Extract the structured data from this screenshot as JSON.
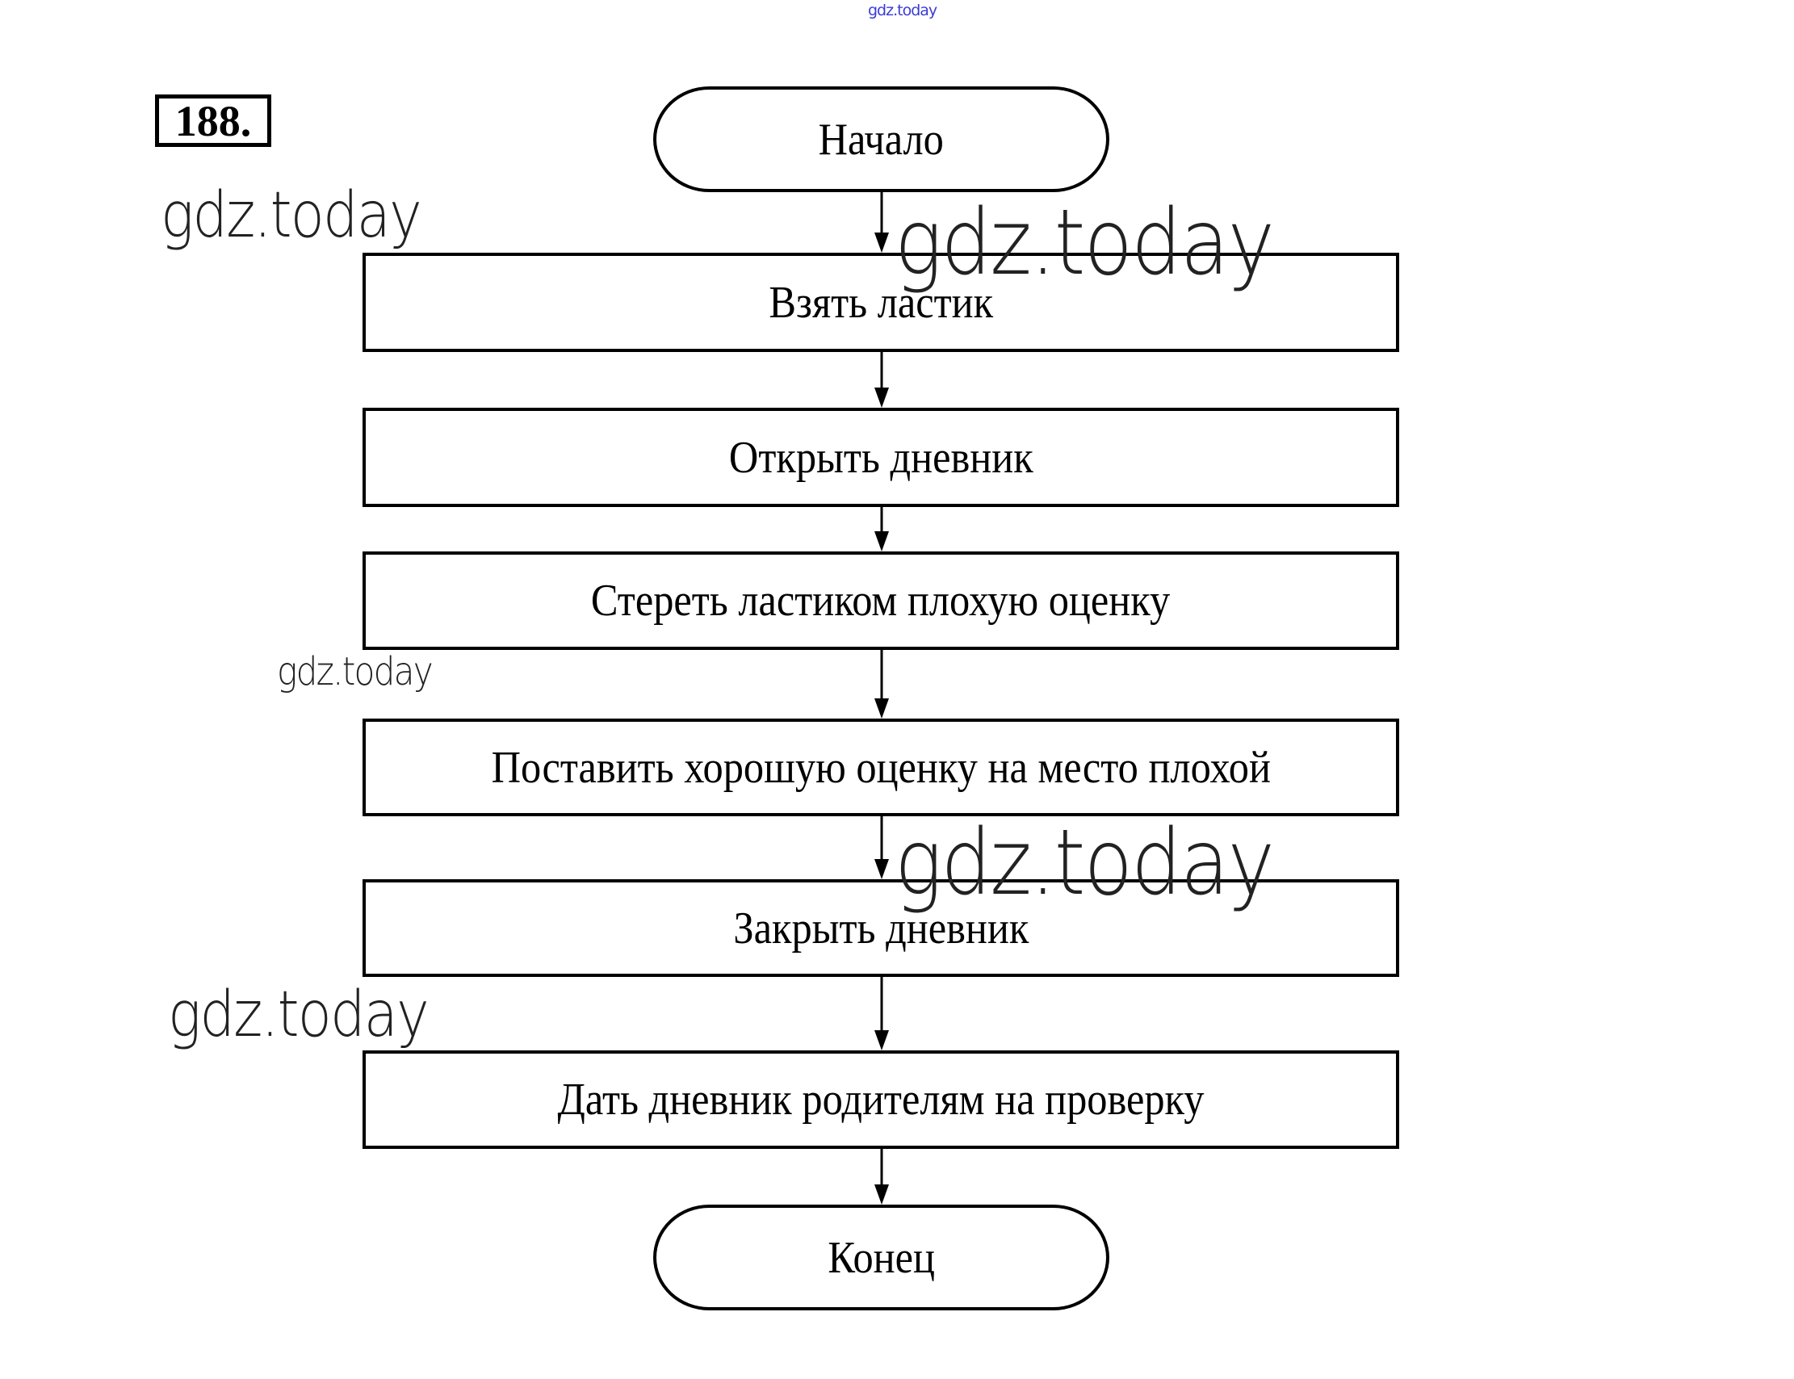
{
  "header": {
    "site_mark": "gdz.today",
    "exercise_number": "188."
  },
  "flowchart": {
    "start": "Начало",
    "steps": [
      "Взять ластик",
      "Открыть дневник",
      "Стереть ластиком плохую оценку",
      "Поставить хорошую оценку на место плохой",
      "Закрыть дневник",
      "Дать дневник родителям на проверку"
    ],
    "end": "Конец"
  },
  "watermarks": [
    "gdz.today",
    "gdz.today",
    "gdz.today",
    "gdz.today",
    "gdz.today"
  ]
}
